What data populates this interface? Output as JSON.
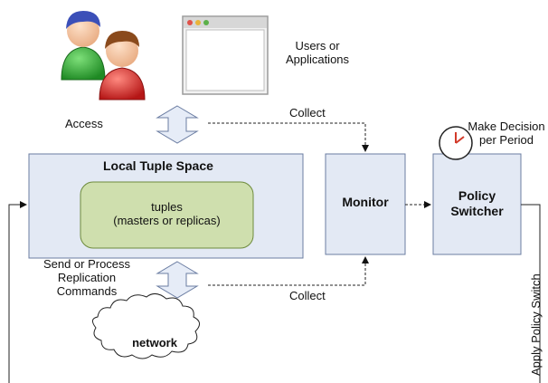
{
  "labels": {
    "users": "Users or Applications",
    "access": "Access",
    "collect_top": "Collect",
    "collect_bottom": "Collect",
    "make_decision": "Make Decision per Period",
    "local_tuple_space": "Local Tuple Space",
    "tuples_line1": "tuples",
    "tuples_line2": "(masters or replicas)",
    "monitor": "Monitor",
    "policy_line1": "Policy",
    "policy_line2": "Switcher",
    "send_process": "Send or Process Replication Commands",
    "network": "network",
    "apply_policy_switch": "Apply Policy Switch"
  },
  "icons": {
    "users": "users-icon",
    "window": "application-window-icon",
    "clock": "clock-icon",
    "cloud": "network-cloud-icon"
  },
  "colors": {
    "box_fill": "#e3e9f4",
    "box_stroke": "#6b7da2",
    "tuples_fill": "#cfdfae",
    "tuples_stroke": "#6e8b3d",
    "arrow_fill": "#e6ecf7",
    "clock_hand": "#d23a2a"
  }
}
